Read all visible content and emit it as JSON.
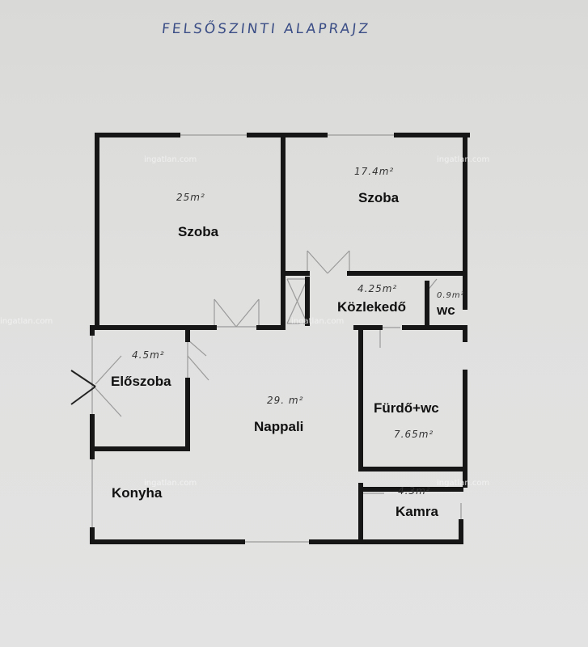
{
  "title": "FELSŐSZINTI ALAPRAJZ",
  "rooms": {
    "szoba1": {
      "name": "Szoba",
      "area": "25m²"
    },
    "szoba2": {
      "name": "Szoba",
      "area": "17.4m²"
    },
    "kozlekedo": {
      "name": "Közlekedő",
      "area": "4.25m²"
    },
    "wc": {
      "name": "wc",
      "area": "0.9m²"
    },
    "eloszoba": {
      "name": "Előszoba",
      "area": "4.5m²"
    },
    "nappali": {
      "name": "Nappali",
      "area": "29. m²"
    },
    "furdo": {
      "name": "Fürdő+wc",
      "area": "7.65m²"
    },
    "konyha": {
      "name": "Konyha",
      "area": ""
    },
    "kamra": {
      "name": "Kamra",
      "area": "4.3m²"
    }
  },
  "watermark": "ingatlan.com",
  "colors": {
    "wall": "#161616",
    "thin_line": "#9a9a9a",
    "title": "#3b4e86"
  }
}
